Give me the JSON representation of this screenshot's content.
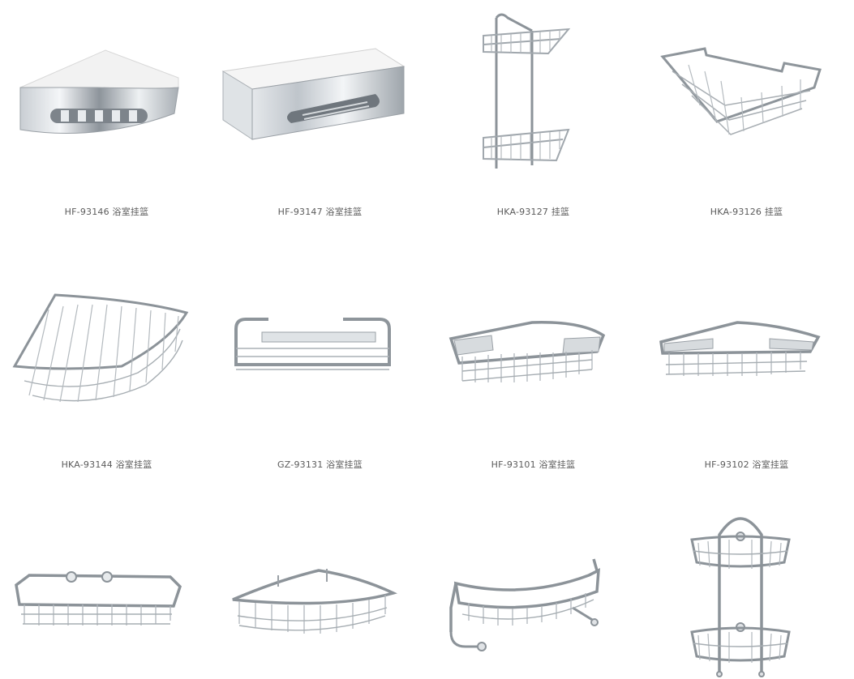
{
  "products": [
    {
      "label": "HF-93146 浴室挂篮",
      "icon": "corner-shelf-solid-icon"
    },
    {
      "label": "HF-93147 浴室挂篮",
      "icon": "rectangular-shelf-solid-icon"
    },
    {
      "label": "HKA-93127 挂篮",
      "icon": "two-tier-corner-basket-icon"
    },
    {
      "label": "HKA-93126 挂篮",
      "icon": "triangle-wire-basket-icon"
    },
    {
      "label": "HKA-93144 浴室挂篮",
      "icon": "quarter-round-wire-basket-icon"
    },
    {
      "label": "GZ-93131 浴室挂篮",
      "icon": "rectangular-rail-basket-icon"
    },
    {
      "label": "HF-93101 浴室挂篮",
      "icon": "rectangular-wire-basket-icon"
    },
    {
      "label": "HF-93102 浴室挂篮",
      "icon": "corner-wire-basket-icon"
    },
    {
      "label": "",
      "icon": "hexagonal-wire-basket-icon"
    },
    {
      "label": "",
      "icon": "corner-wire-basket-icon"
    },
    {
      "label": "",
      "icon": "curved-wire-basket-with-hooks-icon"
    },
    {
      "label": "",
      "icon": "two-tier-arched-basket-icon"
    }
  ]
}
